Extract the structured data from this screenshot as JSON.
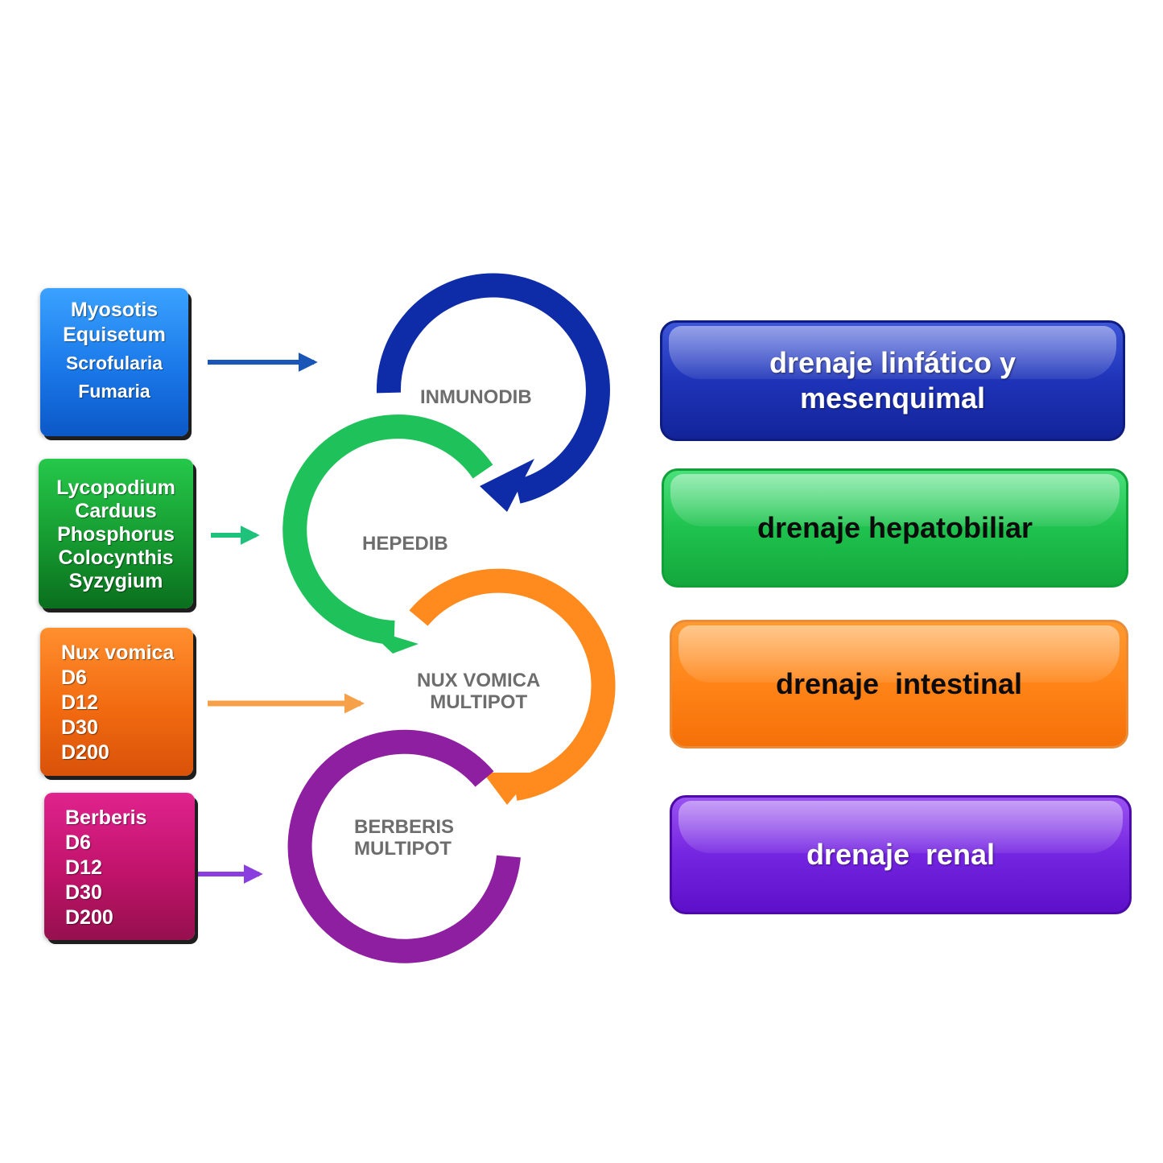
{
  "ingredient_boxes": {
    "blue": {
      "lines": [
        "Myosotis",
        "Equisetum",
        "Scrofularia",
        "Fumaria"
      ],
      "color": "#1a78e8"
    },
    "green": {
      "lines": [
        "Lycopodium",
        "Carduus",
        "Phosphorus",
        "Colocynthis",
        "Syzygium"
      ],
      "color": "#169a30"
    },
    "orange": {
      "lines": [
        "Nux vomica",
        "D6",
        "D12",
        "D30",
        "D200"
      ],
      "color": "#f26a10"
    },
    "pink": {
      "lines": [
        "Berberis",
        "D6",
        "D12",
        "D30",
        "D200"
      ],
      "color": "#c0136a"
    }
  },
  "products": {
    "inmunodib": {
      "label": "INMUNODIB",
      "color": "#0f2ca8"
    },
    "hepedib": {
      "label": "HEPEDIB",
      "color": "#1fc25a"
    },
    "nux": {
      "lines": [
        "NUX VOMICA",
        "MULTIPOT"
      ],
      "color": "#ff8a1e"
    },
    "berberis": {
      "lines": [
        "BERBERIS",
        "MULTIPOT"
      ],
      "color": "#8e1fa0"
    }
  },
  "results": {
    "linfatico": {
      "lines": [
        "drenaje linfático y",
        "mesenquimal"
      ],
      "color": "#1e33b8"
    },
    "hepatobiliar": {
      "label": "drenaje hepatobiliar",
      "color": "#1fc24e"
    },
    "intestinal": {
      "label": "drenaje  intestinal",
      "color": "#ff8418"
    },
    "renal": {
      "label": "drenaje  renal",
      "color": "#7425e0"
    }
  },
  "connector_colors": {
    "blue": "#1a56b8",
    "green": "#1fc27a",
    "orange": "#f7a04a",
    "purple": "#8a3ee0"
  }
}
